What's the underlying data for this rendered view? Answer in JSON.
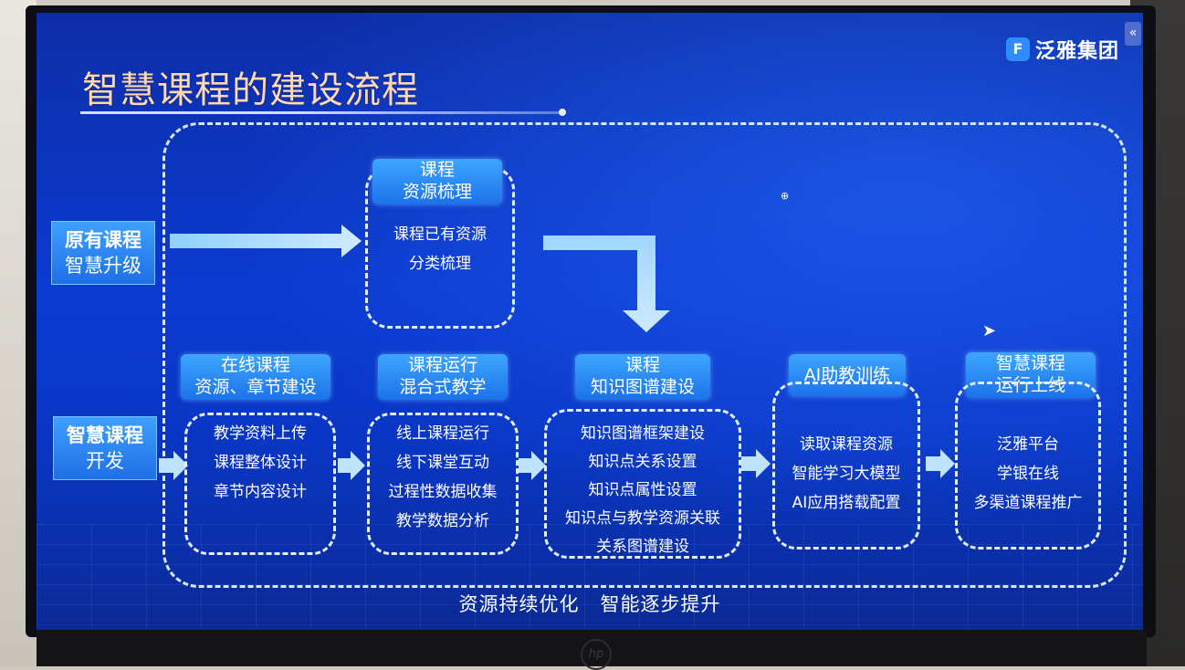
{
  "slide": {
    "title": "智慧课程的建设流程",
    "brand": "泛雅集团",
    "collapse": "«",
    "caption": "资源持续优化   智能逐步提升"
  },
  "sources": [
    {
      "line1": "原有课程",
      "line2": "智慧升级"
    },
    {
      "line1": "智慧课程",
      "line2": "开发"
    }
  ],
  "steps": [
    {
      "title": [
        "课程",
        "资源梳理"
      ],
      "items": [
        "课程已有资源",
        "分类梳理"
      ]
    },
    {
      "title": [
        "在线课程",
        "资源、章节建设"
      ],
      "items": [
        "教学资料上传",
        "课程整体设计",
        "章节内容设计"
      ]
    },
    {
      "title": [
        "课程运行",
        "混合式教学"
      ],
      "items": [
        "线上课程运行",
        "线下课堂互动",
        "过程性数据收集",
        "教学数据分析"
      ]
    },
    {
      "title": [
        "课程",
        "知识图谱建设"
      ],
      "items": [
        "知识图谱框架建设",
        "知识点关系设置",
        "知识点属性设置",
        "知识点与教学资源关联",
        "关系图谱建设"
      ]
    },
    {
      "title": [
        "AI助教训练"
      ],
      "items": [
        "读取课程资源",
        "智能学习大模型",
        "AI应用搭载配置"
      ]
    },
    {
      "title": [
        "智慧课程",
        "运行上线"
      ],
      "items": [
        "泛雅平台",
        "学银在线",
        "多渠道课程推广"
      ]
    }
  ],
  "colors": {
    "accent": "#2f8cff",
    "title": "#ffd9b3",
    "screen": "#0b3ad0"
  },
  "monitor_logo": "hp"
}
